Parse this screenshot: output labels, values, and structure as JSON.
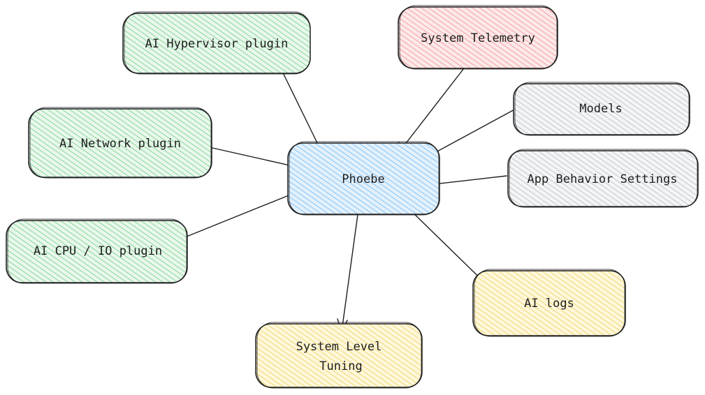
{
  "nodes": [
    {
      "id": "hypervisor",
      "lines": [
        "AI Hypervisor plugin"
      ],
      "fill": "#b2f2bb",
      "stroke": "#2f9e44"
    },
    {
      "id": "network",
      "lines": [
        "AI Network plugin"
      ],
      "fill": "#b2f2bb",
      "stroke": "#2f9e44"
    },
    {
      "id": "cpu",
      "lines": [
        "AI CPU / IO plugin"
      ],
      "fill": "#b2f2bb",
      "stroke": "#2f9e44"
    },
    {
      "id": "telemetry",
      "lines": [
        "System Telemetry"
      ],
      "fill": "#ffc9c9",
      "stroke": "#e03131"
    },
    {
      "id": "models",
      "lines": [
        "Models"
      ],
      "fill": "#dee2e6",
      "stroke": "#868e96"
    },
    {
      "id": "behavior",
      "lines": [
        "App Behavior Settings"
      ],
      "fill": "#dee2e6",
      "stroke": "#868e96"
    },
    {
      "id": "phoebe",
      "lines": [
        "Phoebe"
      ],
      "fill": "#a5d8ff",
      "stroke": "#1971c2"
    },
    {
      "id": "logs",
      "lines": [
        "AI logs"
      ],
      "fill": "#ffec99",
      "stroke": "#f08c00"
    },
    {
      "id": "tuning",
      "lines": [
        "System Level",
        "Tuning"
      ],
      "fill": "#ffec99",
      "stroke": "#f08c00"
    }
  ],
  "edges": [
    {
      "from": "hypervisor",
      "to": "phoebe",
      "arrow": false
    },
    {
      "from": "network",
      "to": "phoebe",
      "arrow": false
    },
    {
      "from": "cpu",
      "to": "phoebe",
      "arrow": false
    },
    {
      "from": "telemetry",
      "to": "phoebe",
      "arrow": true
    },
    {
      "from": "models",
      "to": "phoebe",
      "arrow": true
    },
    {
      "from": "behavior",
      "to": "phoebe",
      "arrow": true
    },
    {
      "from": "phoebe",
      "to": "logs",
      "arrow": true
    },
    {
      "from": "phoebe",
      "to": "tuning",
      "arrow": true
    }
  ]
}
